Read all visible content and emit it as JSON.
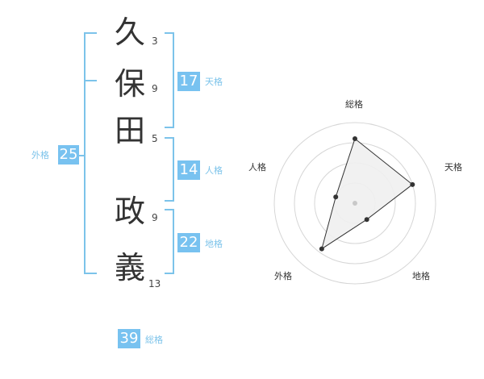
{
  "name": {
    "chars": [
      {
        "char": "久",
        "strokes": "3"
      },
      {
        "char": "保",
        "strokes": "9"
      },
      {
        "char": "田",
        "strokes": "5"
      },
      {
        "char": "政",
        "strokes": "9"
      },
      {
        "char": "義",
        "strokes": "13"
      }
    ]
  },
  "fortune": {
    "tenkaku": {
      "value": "17",
      "label": "天格"
    },
    "jinkaku": {
      "value": "14",
      "label": "人格"
    },
    "chikaku": {
      "value": "22",
      "label": "地格"
    },
    "gaikaku": {
      "value": "25",
      "label": "外格"
    },
    "soukaku": {
      "value": "39",
      "label": "総格"
    }
  },
  "chart_data": {
    "type": "radar",
    "axes": [
      "総格",
      "天格",
      "地格",
      "外格",
      "人格"
    ],
    "values": [
      0.8,
      0.75,
      0.25,
      0.7,
      0.25
    ],
    "rmax": 1,
    "rings": 4,
    "colors": {
      "fill": "#efefef",
      "stroke": "#333333",
      "grid": "#d6d6d6",
      "center": "#c8c8c8"
    }
  },
  "colors": {
    "accent": "#78c2f0",
    "line": "#7cc3ea",
    "text": "#333333"
  }
}
